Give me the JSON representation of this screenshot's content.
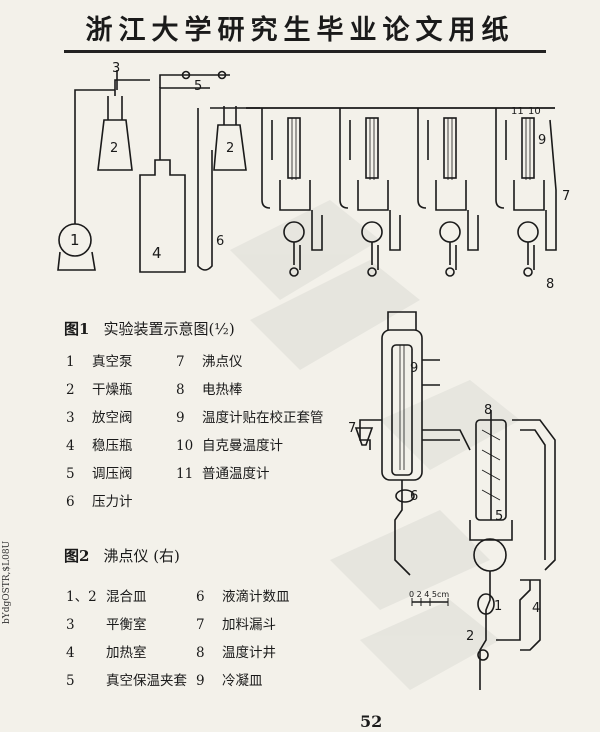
{
  "header": {
    "title": "浙江大学研究生毕业论文用纸"
  },
  "figure1": {
    "caption_label": "图1",
    "caption_text": "实验装置示意图(½)",
    "diagram_labels": [
      "3",
      "5",
      "2",
      "2",
      "1",
      "4",
      "6",
      "11",
      "10",
      "9",
      "7",
      "8"
    ],
    "legend": [
      {
        "num": "1",
        "text": "真空泵"
      },
      {
        "num": "2",
        "text": "干燥瓶"
      },
      {
        "num": "3",
        "text": "放空阀"
      },
      {
        "num": "4",
        "text": "稳压瓶"
      },
      {
        "num": "5",
        "text": "调压阀"
      },
      {
        "num": "6",
        "text": "压力计"
      },
      {
        "num": "7",
        "text": "沸点仪"
      },
      {
        "num": "8",
        "text": "电热棒"
      },
      {
        "num": "9",
        "text": "温度计贴在校正套管"
      },
      {
        "num": "10",
        "text": "自克曼温度计"
      },
      {
        "num": "11",
        "text": "普通温度计"
      }
    ]
  },
  "figure2": {
    "caption_label": "图2",
    "caption_text": "沸点仪 (右)",
    "diagram_labels": [
      "9",
      "7",
      "8",
      "6",
      "5",
      "1",
      "2",
      "4"
    ],
    "scale_label": "0 2 4 5cm",
    "legend": [
      {
        "num": "1、2",
        "text": "混合皿"
      },
      {
        "num": "3",
        "text": "平衡室"
      },
      {
        "num": "4",
        "text": "加热室"
      },
      {
        "num": "5",
        "text": "真空保温夹套"
      },
      {
        "num": "6",
        "text": "液滴计数皿"
      },
      {
        "num": "7",
        "text": "加料漏斗"
      },
      {
        "num": "8",
        "text": "温度计井"
      },
      {
        "num": "9",
        "text": "冷凝皿"
      }
    ]
  },
  "side_code": "bYdgOSTR,$L08U",
  "page_number": "52"
}
